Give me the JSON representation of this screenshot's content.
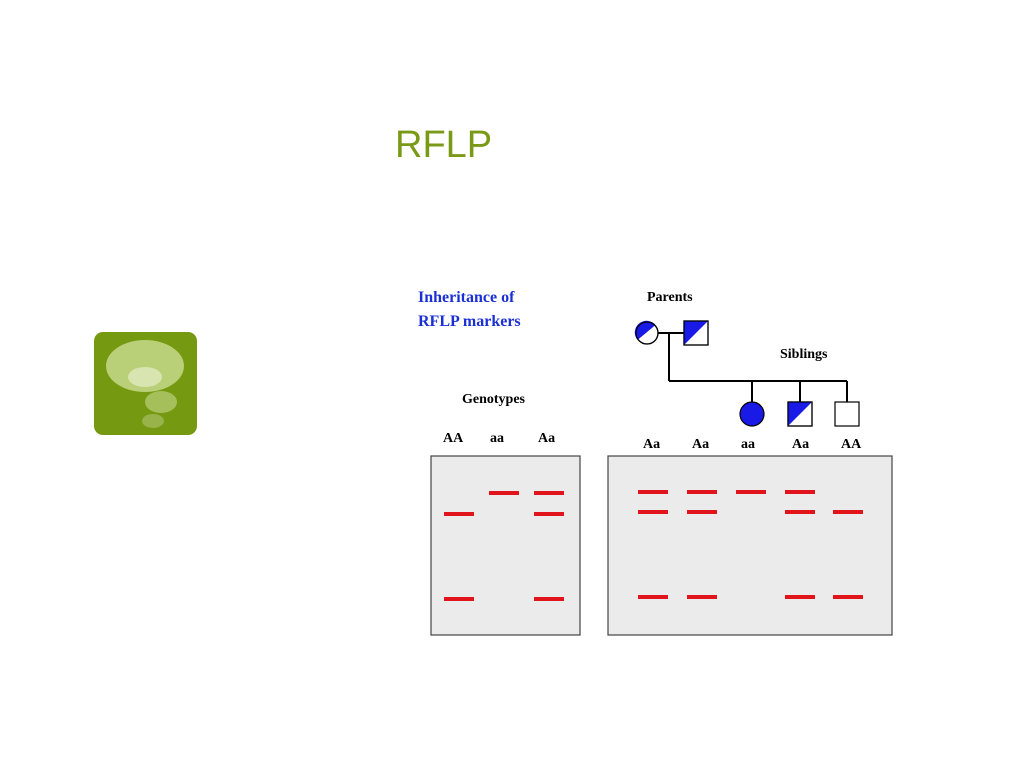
{
  "slide": {
    "title": "RFLP",
    "title_color": "#7a9a17"
  },
  "icon": {
    "name": "thought-bubble-icon",
    "bg_color": "#759911"
  },
  "diagram": {
    "caption_line1": "Inheritance of",
    "caption_line2": "RFLP markers",
    "caption_color": "#1a2fd6",
    "parents_label": "Parents",
    "siblings_label": "Siblings",
    "genotypes_label": "Genotypes",
    "affected_color": "#1a1ae6",
    "band_color": "#e0141a",
    "gel_color": "#ebebeb",
    "left_gel": {
      "lanes": [
        "AA",
        "aa",
        "Aa"
      ]
    },
    "right_gel": {
      "lanes": [
        "Aa",
        "Aa",
        "aa",
        "Aa",
        "AA"
      ]
    }
  }
}
